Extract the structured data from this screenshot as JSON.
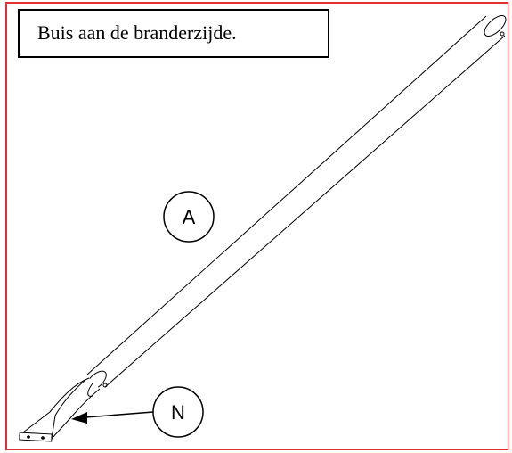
{
  "title": "Buis aan de branderzijde.",
  "labels": {
    "tube": "A",
    "strap": "N"
  },
  "colors": {
    "frame": "#e03030",
    "ink": "#000000"
  }
}
